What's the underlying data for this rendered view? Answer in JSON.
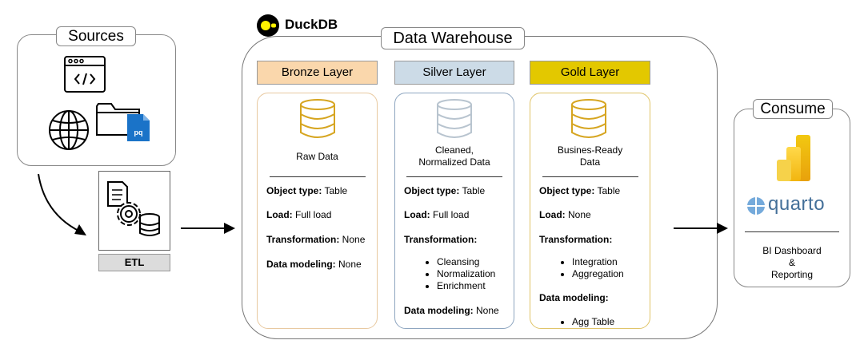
{
  "brand": {
    "name": "DuckDB"
  },
  "sources": {
    "title": "Sources"
  },
  "etl": {
    "label": "ETL"
  },
  "warehouse": {
    "title": "Data Warehouse"
  },
  "layers": {
    "bronze": {
      "header": "Bronze Layer",
      "header_color": "#fad7ac",
      "border_color": "#e8c9a0",
      "icon_color": "#d6a520",
      "desc": "Raw Data",
      "object_type_label": "Object type:",
      "object_type": " Table",
      "load_label": "Load:",
      "load": " Full load",
      "transformation_label": "Transformation:",
      "transformation": " None",
      "modeling_label": "Data modeling:",
      "modeling": " None"
    },
    "silver": {
      "header": "Silver Layer",
      "header_color": "#ccdbe7",
      "border_color": "#8ea6c0",
      "icon_color": "#b8c4cf",
      "desc_line1": "Cleaned,",
      "desc_line2": "Normalized Data",
      "object_type_label": "Object type:",
      "object_type": " Table",
      "load_label": "Load:",
      "load": " Full load",
      "transformation_label": "Transformation:",
      "transformations": [
        "Cleansing",
        "Normalization",
        "Enrichment"
      ],
      "modeling_label": "Data modeling:",
      "modeling": " None"
    },
    "gold": {
      "header": "Gold Layer",
      "header_color": "#e3c800",
      "border_color": "#e0c468",
      "icon_color": "#d6a520",
      "desc_line1": "Busines-Ready",
      "desc_line2": "Data",
      "object_type_label": "Object type:",
      "object_type": " Table",
      "load_label": "Load:",
      "load": " None",
      "transformation_label": "Transformation:",
      "transformations": [
        "Integration",
        "Aggregation"
      ],
      "modeling_label": "Data modeling:",
      "modeling_items": [
        "Agg Table"
      ]
    }
  },
  "consume": {
    "title": "Consume",
    "quarto_text": "quarto",
    "line1": "BI Dashboard",
    "line2": "&",
    "line3": "Reporting"
  }
}
